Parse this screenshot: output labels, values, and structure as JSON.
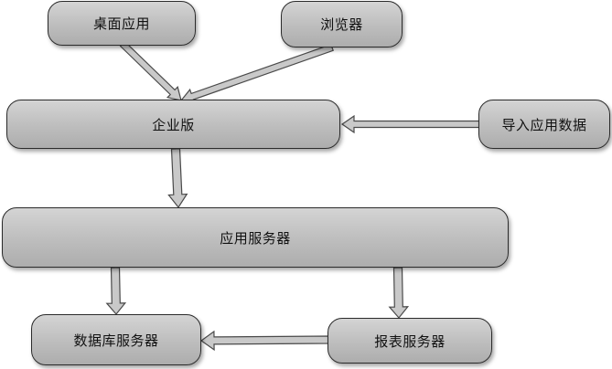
{
  "nodes": {
    "desktop_app": "桌面应用",
    "browser": "浏览器",
    "enterprise": "企业版",
    "import_data": "导入应用数据",
    "app_server": "应用服务器",
    "db_server": "数据库服务器",
    "report_server": "报表服务器"
  },
  "colors": {
    "node_fill": "#bdbdbd",
    "node_border": "#2b2b2b",
    "arrow_fill": "#c9c9c9",
    "arrow_stroke": "#4a4a4a"
  }
}
